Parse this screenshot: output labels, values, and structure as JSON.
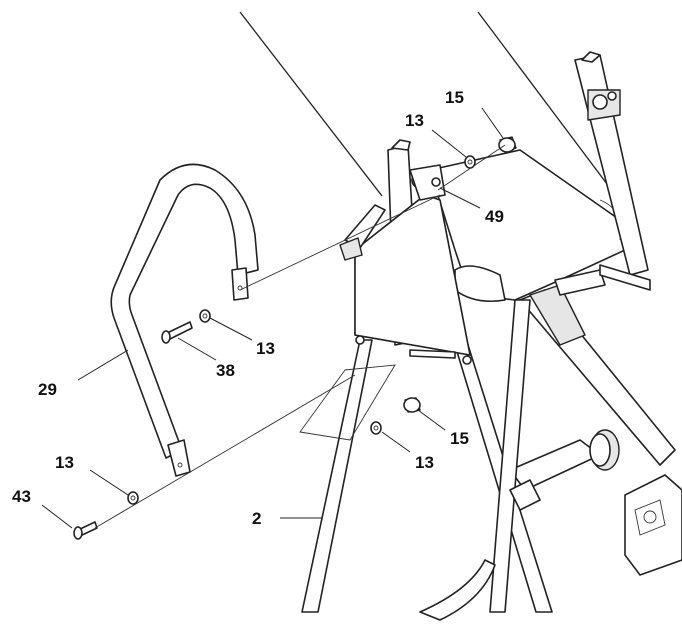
{
  "diagram": {
    "colors": {
      "ink": "#222222",
      "fill": "#ffffff",
      "shade": "#e6e6e6"
    },
    "labels": {
      "part_15_top": "15",
      "part_13_top": "13",
      "part_49": "49",
      "part_13_mid": "13",
      "part_38": "38",
      "part_29": "29",
      "part_15_low": "15",
      "part_13_low": "13",
      "part_13_left": "13",
      "part_43": "43",
      "part_2": "2"
    }
  }
}
